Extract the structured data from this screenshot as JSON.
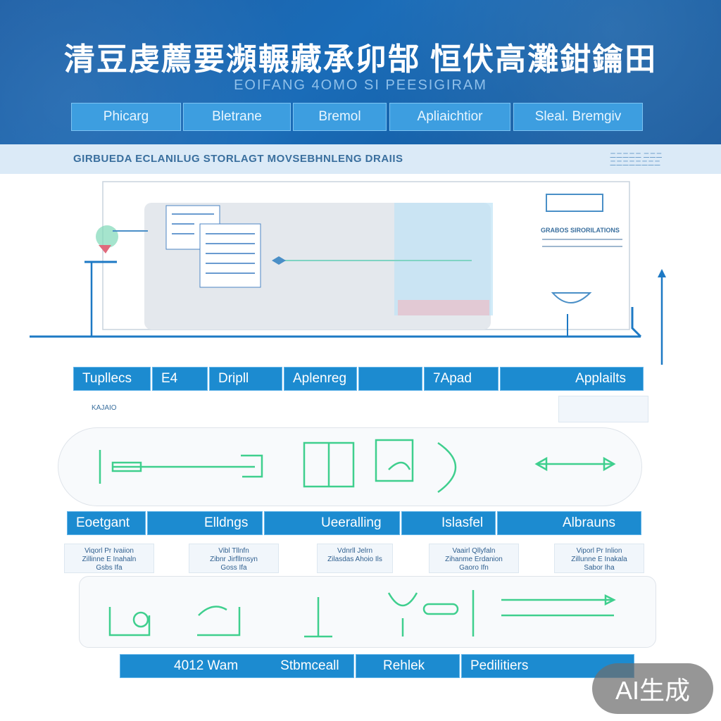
{
  "header": {
    "title": "清豆虔薦要瀕輾藏承卯郜 恒伏高灘鉗鑰田",
    "subtitle": "EOIFANG 4OMO SI PEESIGIRAM",
    "tabs": [
      "Phicarg",
      "Bletrane",
      "Bremol",
      "Apliaichtior",
      "Sleal. Bremgiv"
    ]
  },
  "band": {
    "heading": "GIRBUEDA ECLANILUG STORLAGT MOVSEBHNLENG DRAIIS",
    "right_note": [
      "二二二二二 二二二",
      "二二二二二二二二"
    ]
  },
  "row1": {
    "labels": [
      "Tupllecs",
      "E4",
      "Dripll",
      "Aplenreg",
      "",
      "7Apad",
      "Applailts"
    ],
    "side_note": "KAJAIO",
    "panel_heading": "GRABOS SIRORILATIONS"
  },
  "row2": {
    "labels": [
      "Eoetgant",
      "Elldngs",
      "Ueeralling",
      "Islasfel",
      "Albrauns"
    ],
    "notes": [
      [
        "Viqorl Pr Ivaiion",
        "Zillinne E Inahaln",
        "Gsbs Ifa"
      ],
      [
        "Vibl Tllnfn",
        "Zibnr Jirfllrnsyn",
        "Goss Ifa"
      ],
      [
        "Vdnrll Jelrn",
        "Zilasdas Ahoio Ils",
        ""
      ],
      [
        "Vaairl Qllyfaln",
        "Zihanme Erdanion",
        "Gaoro Ifn"
      ],
      [
        "Viporl Pr Inlion",
        "Zillunne E Inakala",
        "Sabor Iha"
      ]
    ]
  },
  "row3": {
    "labels": [
      "4012 Wam",
      "Stbmceall",
      "Rehlek",
      "Pedilitiers"
    ]
  },
  "badge": "AI生成",
  "colors": {
    "header_blue": "#1a6cb8",
    "bar_blue": "#1c8bd0",
    "accent_green": "#3fcf8e"
  }
}
